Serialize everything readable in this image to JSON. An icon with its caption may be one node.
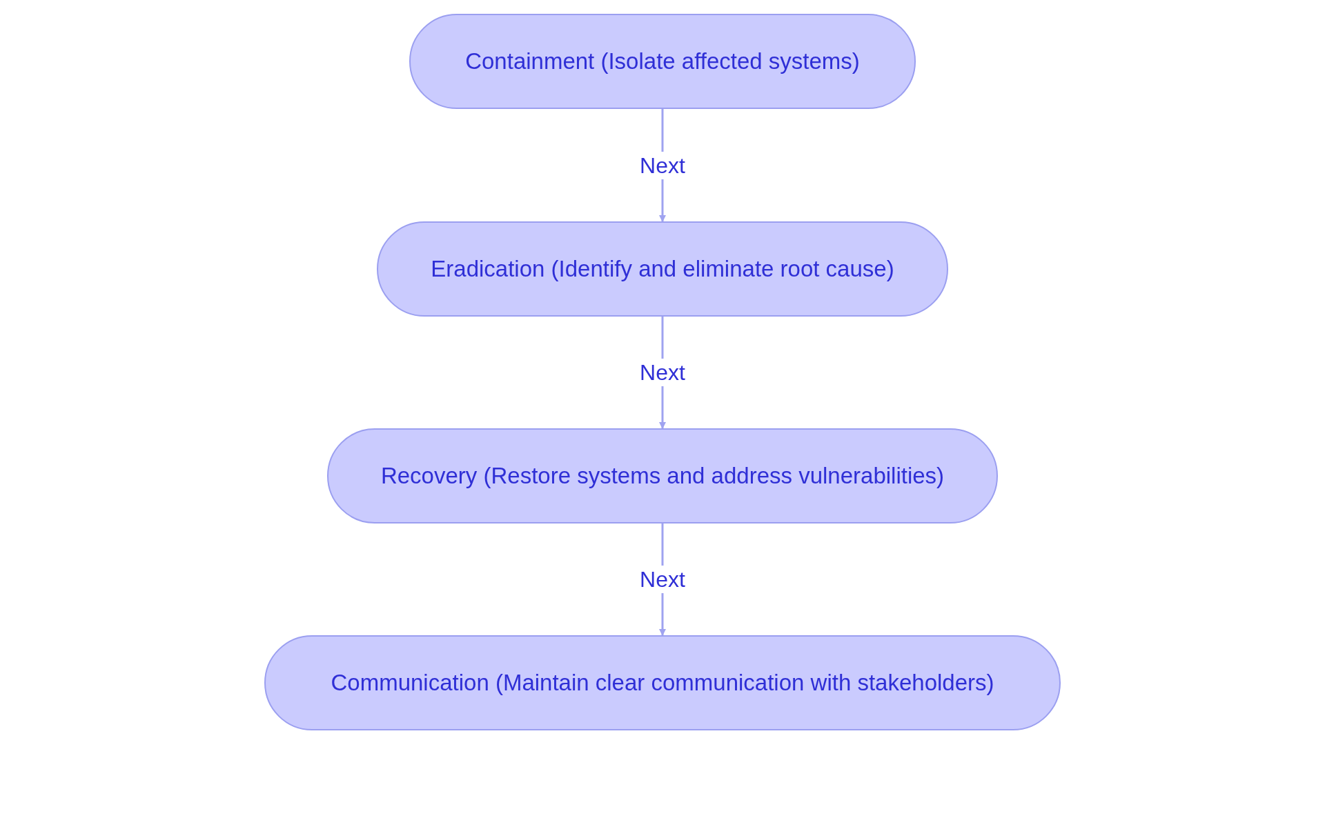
{
  "diagram": {
    "nodes": [
      {
        "text": [
          "Containment (Isolate affected systems)"
        ]
      },
      {
        "text": [
          "Eradication (Identify and eliminate root cause)"
        ]
      },
      {
        "text": [
          "Recovery (Restore systems and address vulnerabilities)"
        ]
      },
      {
        "text": [
          "Communication (Maintain clear communication with stakeholders)"
        ]
      }
    ],
    "edges": [
      {
        "from": 0,
        "to": 1,
        "arrow": "to",
        "label": "Next"
      },
      {
        "from": 1,
        "to": 2,
        "arrow": "to",
        "label": "Next"
      },
      {
        "from": 2,
        "to": 3,
        "arrow": "to",
        "label": "Next"
      }
    ]
  }
}
